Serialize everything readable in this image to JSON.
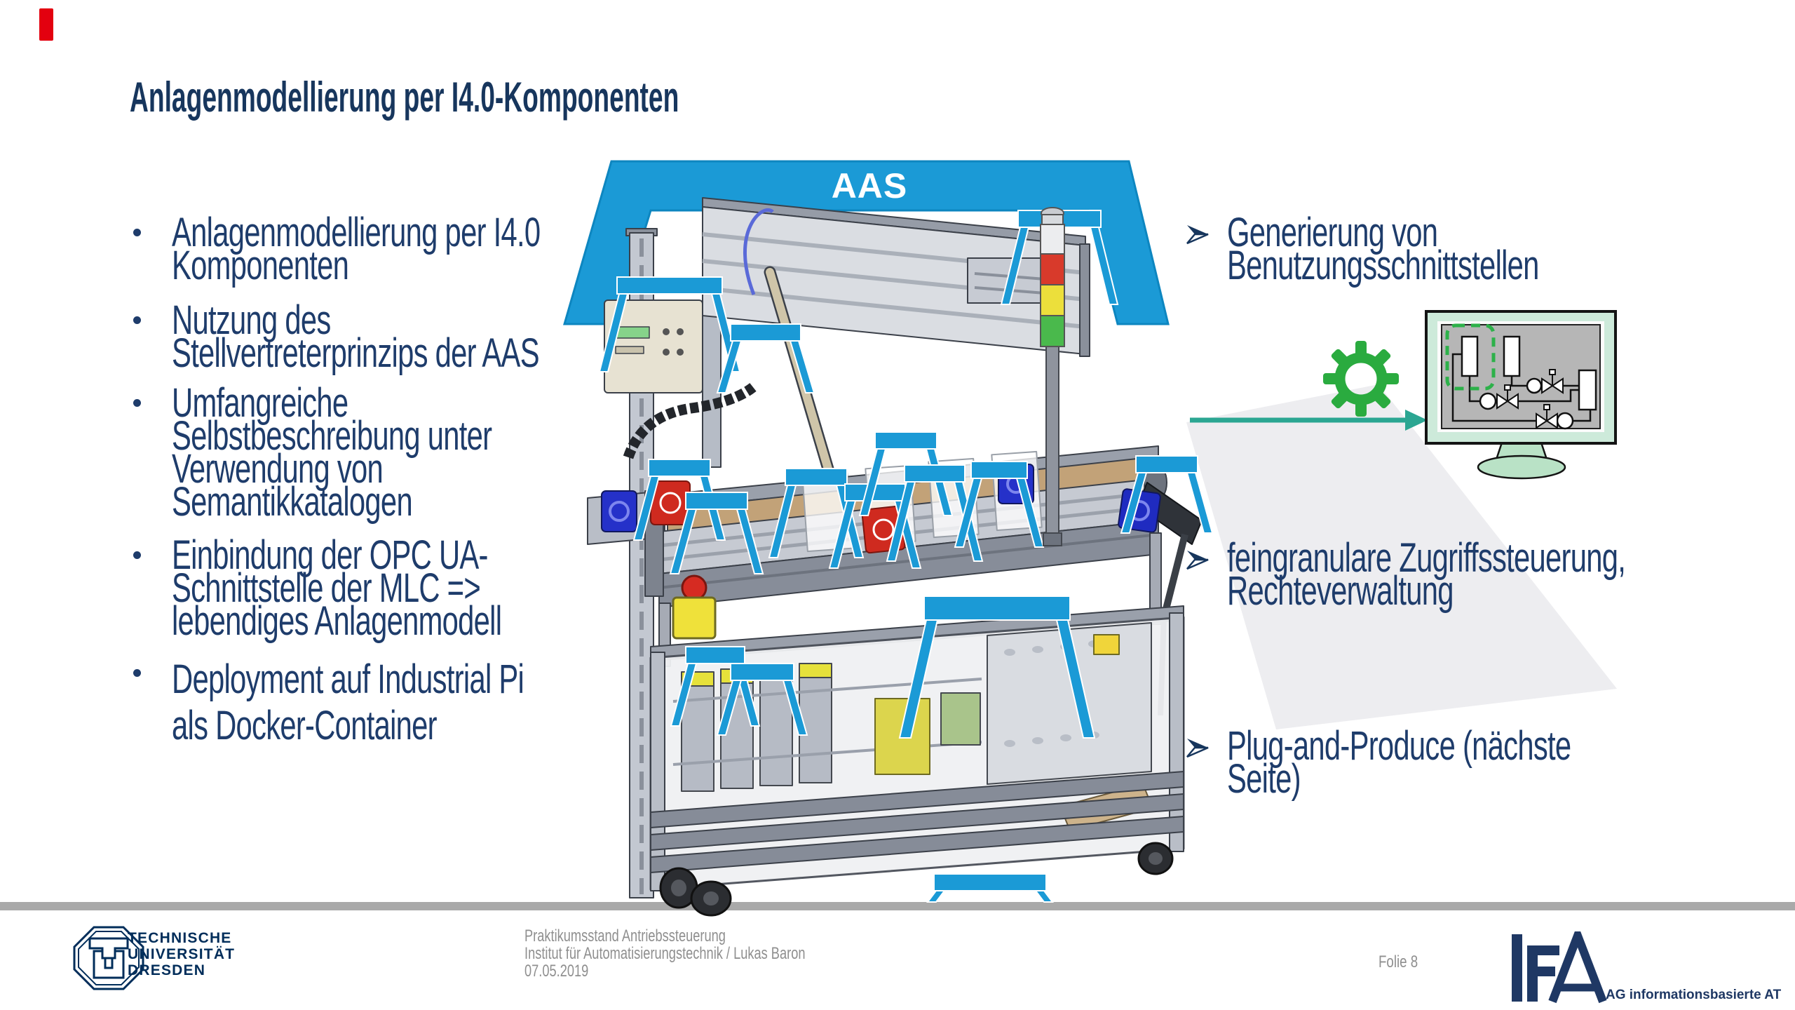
{
  "slide": {
    "title": "Anlagenmodellierung per I4.0-Komponenten",
    "aas_label": "AAS",
    "left_bullets": [
      "Anlagenmodellierung per I4.0\nKomponenten",
      "Nutzung des\nStellvertreterprinzips der AAS",
      "Umfangreiche\nSelbstbeschreibung unter\nVerwendung von\nSemantikkatalogen",
      "Einbindung der OPC UA-\nSchnittstelle der MLC =>\nlebendiges Anlagenmodell",
      "Deployment auf Industrial Pi\nals Docker-Container"
    ],
    "right_bullets": [
      "Generierung von\nBenutzungsschnittstellen",
      "feingranulare Zugriffssteuerung,\nRechteverwaltung",
      "Plug-and-Produce (nächste\nSeite)"
    ],
    "footer": {
      "project": "Praktikumsstand Antriebssteuerung",
      "institute": "Institut für Automatisierungstechnik  / Lukas Baron",
      "date": "07.05.2019",
      "slide_number": "Folie 8",
      "university": {
        "line1": "TECHNISCHE",
        "line2": "UNIVERSITÄT",
        "line3": "DRESDEN"
      },
      "ifa": {
        "abbr": "IfA",
        "caption": "AG informationsbasierte AT"
      }
    },
    "icons": {
      "bullet_marker": "arrow-bullet-icon",
      "gear": "gear-icon",
      "flow_arrow": "flow-arrow-icon",
      "monitor": "monitor-graphic"
    },
    "colors": {
      "aas_blue": "#1b9ad6",
      "title_navy": "#17365d",
      "body_navy": "#1e3c6b",
      "gear_green": "#2aab3f",
      "arrow_teal": "#2ba692",
      "monitor_mint": "#cdeada",
      "footer_gray": "#8f8f8f",
      "divider_gray": "#a9a9a9",
      "brand_red": "#e3000f"
    }
  }
}
